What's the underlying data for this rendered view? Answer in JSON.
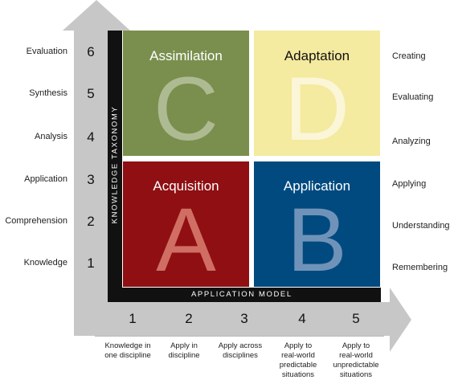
{
  "colors": {
    "arrow": "#c7c7c7",
    "axis": "#111111",
    "quadrant_c": "#7a8f4d",
    "quadrant_d": "#f4eaa0",
    "quadrant_a": "#8f0f12",
    "quadrant_b": "#004a80"
  },
  "axes": {
    "y_title": "KNOWLEDGE TAXONOMY",
    "x_title": "APPLICATION MODEL"
  },
  "y_left_labels": [
    "Evaluation",
    "Synthesis",
    "Analysis",
    "Application",
    "Comprehension",
    "Knowledge"
  ],
  "y_numbers": [
    "6",
    "5",
    "4",
    "3",
    "2",
    "1"
  ],
  "y_right_labels": [
    "Creating",
    "Evaluating",
    "Analyzing",
    "Applying",
    "Understanding",
    "Remembering"
  ],
  "x_numbers": [
    "1",
    "2",
    "3",
    "4",
    "5"
  ],
  "x_labels": [
    [
      "Knowledge in",
      "one discipline"
    ],
    [
      "Apply in",
      "discipline"
    ],
    [
      "Apply across",
      "disciplines"
    ],
    [
      "Apply to",
      "real-world",
      "predictable",
      "situations"
    ],
    [
      "Apply to",
      "real-world",
      "unpredictable",
      "situations"
    ]
  ],
  "quadrants": {
    "c": {
      "name": "Assimilation",
      "letter": "C"
    },
    "d": {
      "name": "Adaptation",
      "letter": "D"
    },
    "a": {
      "name": "Acquisition",
      "letter": "A"
    },
    "b": {
      "name": "Application",
      "letter": "B"
    }
  }
}
